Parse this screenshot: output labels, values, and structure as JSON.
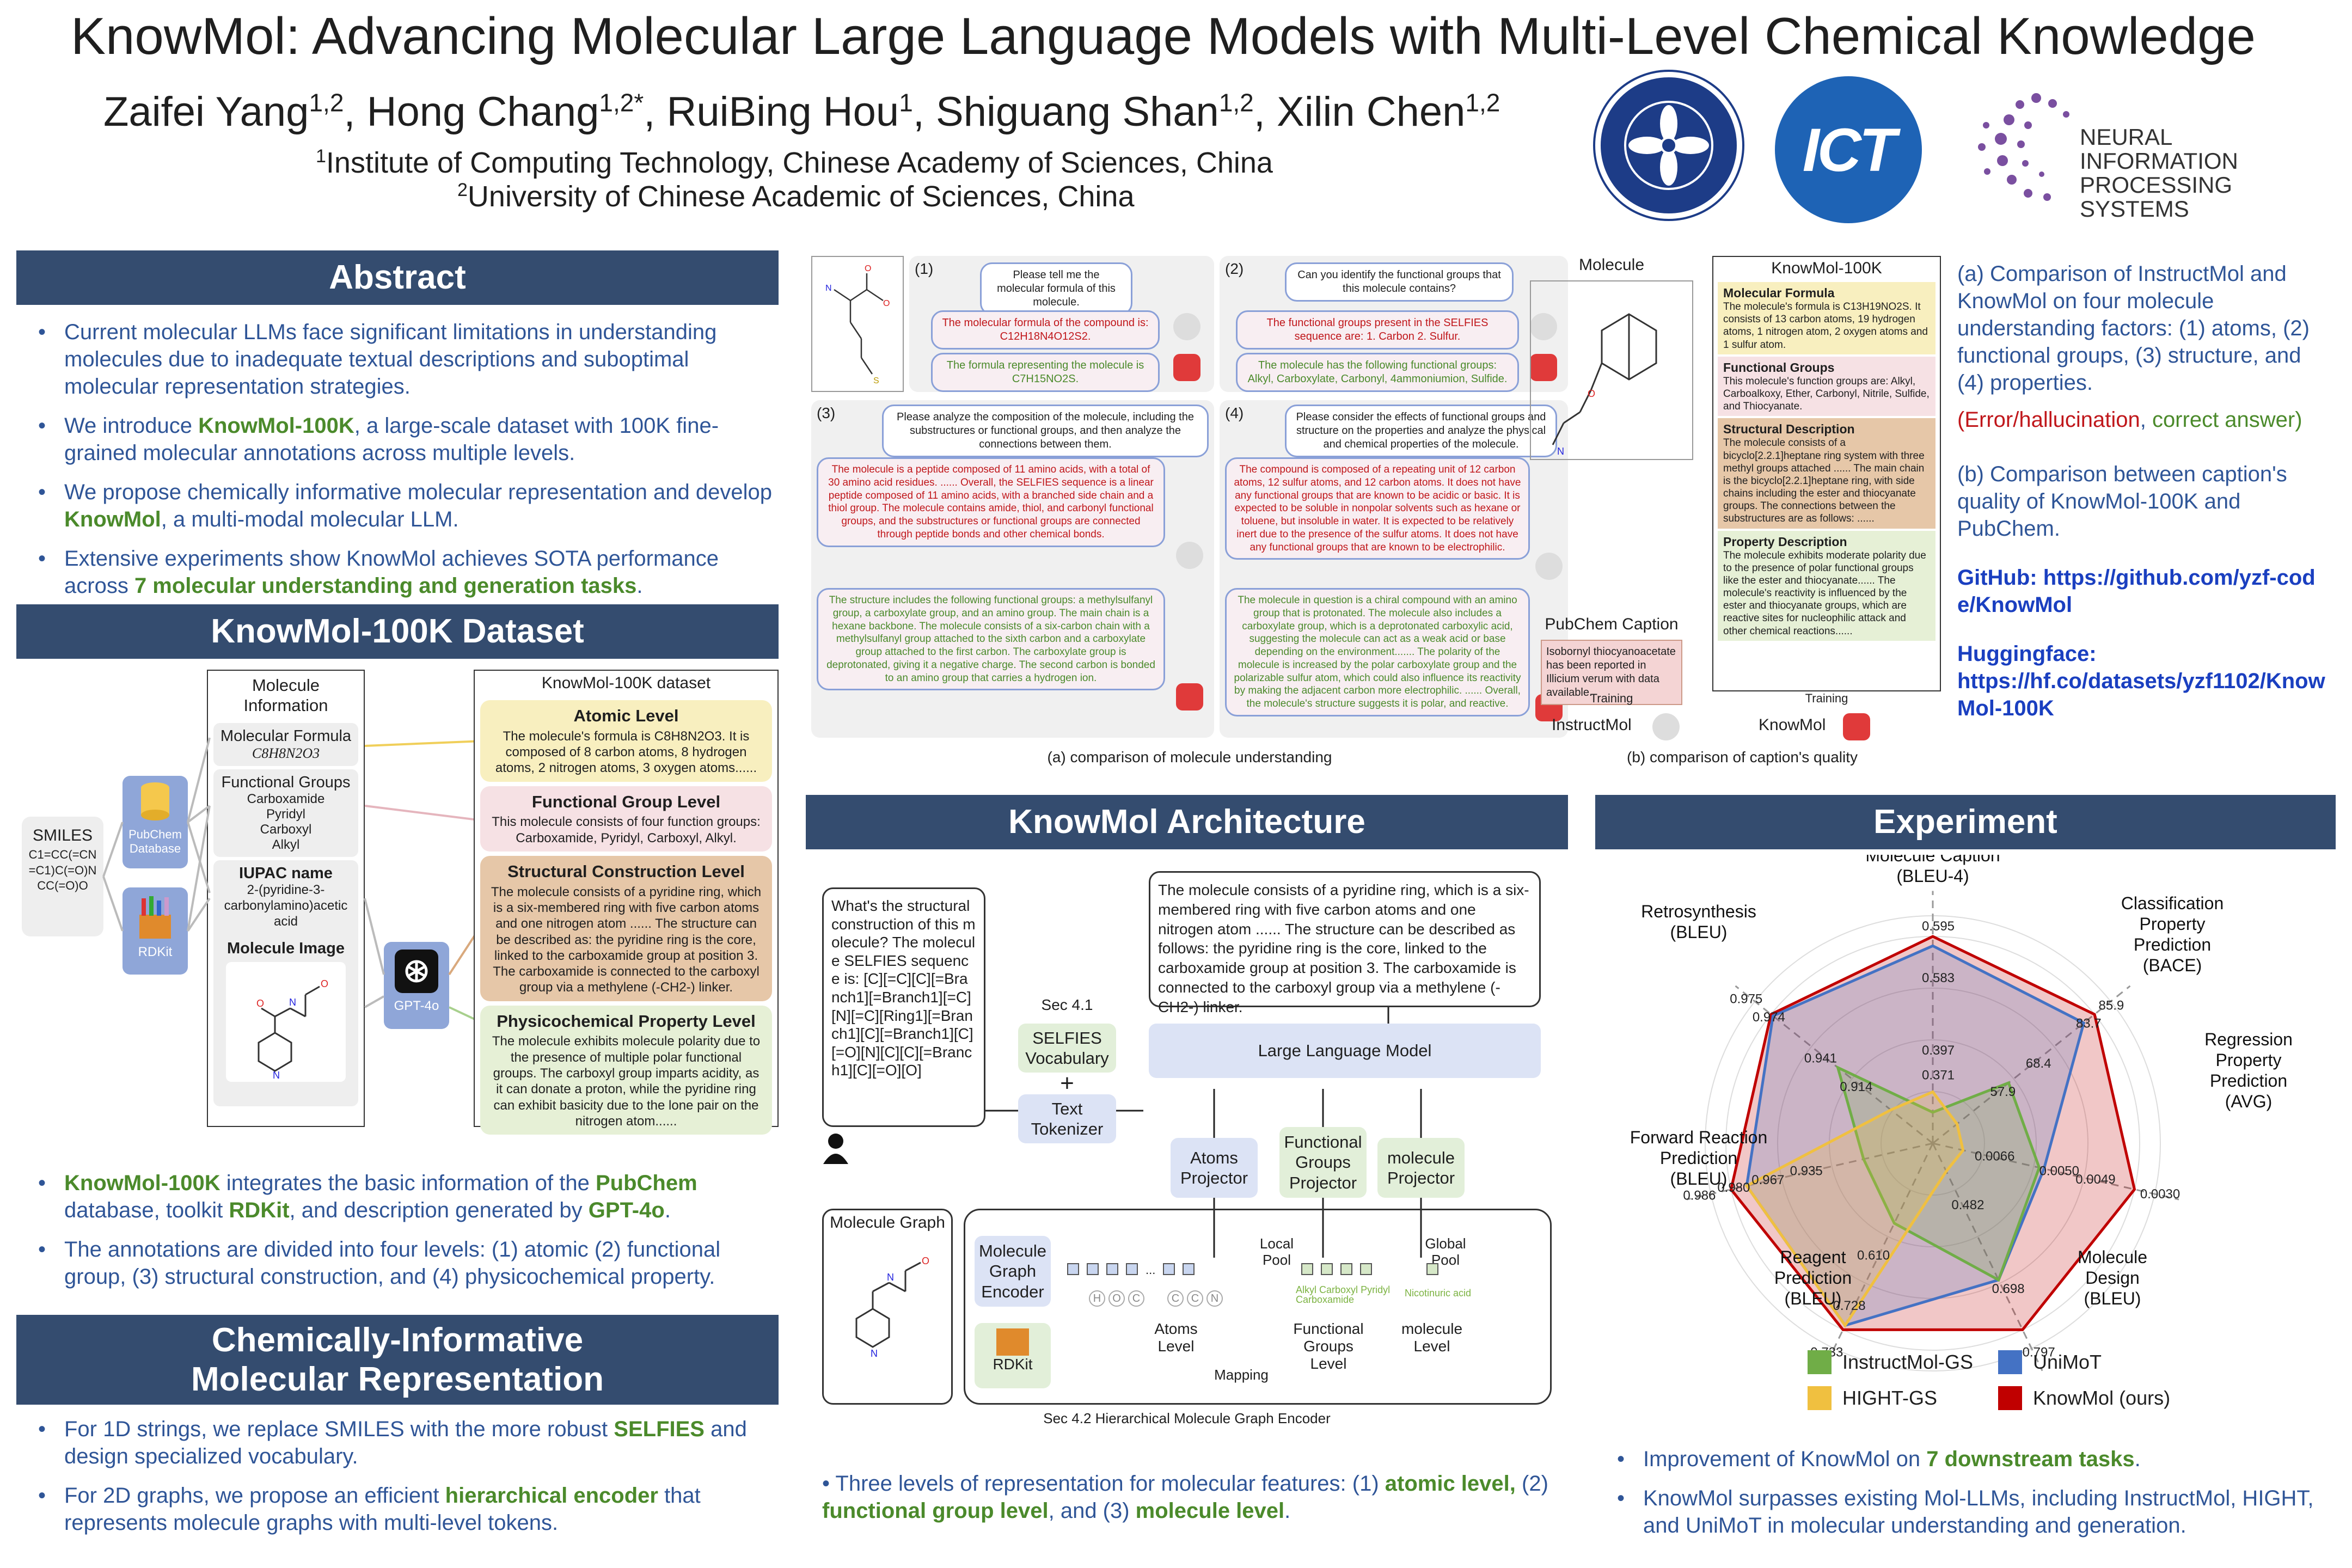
{
  "header": {
    "title": "KnowMol: Advancing Molecular Large Language Models with Multi-Level Chemical Knowledge",
    "authors": [
      {
        "name": "Zaifei Yang",
        "sup": "1,2"
      },
      {
        "name": "Hong Chang",
        "sup": "1,2*"
      },
      {
        "name": "RuiBing Hou",
        "sup": "1"
      },
      {
        "name": "Shiguang Shan",
        "sup": "1,2"
      },
      {
        "name": "Xilin Chen",
        "sup": "1,2"
      }
    ],
    "affiliation1": "Institute of Computing Technology, Chinese Academy of Sciences, China",
    "affiliation2": "University of Chinese Academic of Sciences, China",
    "logo_ict": "ICT",
    "logo_neurips": "NEURAL INFORMATION PROCESSING SYSTEMS"
  },
  "abstract": {
    "heading": "Abstract",
    "b1": "Current molecular LLMs face significant limitations in understanding molecules due to inadequate textual descriptions and suboptimal molecular representation strategies.",
    "b2_pre": "We introduce ",
    "b2_hl": "KnowMol-100K",
    "b2_post": ", a large-scale dataset with 100K fine-grained molecular annotations across multiple levels.",
    "b3_pre": "We propose chemically informative molecular representation and develop ",
    "b3_hl": "KnowMol",
    "b3_post": ", a multi-modal molecular LLM.",
    "b4_pre": "Extensive experiments show KnowMol achieves SOTA performance across ",
    "b4_hl": "7 molecular understanding and generation tasks",
    "b4_post": "."
  },
  "dataset": {
    "heading": "KnowMol-100K Dataset",
    "smiles_title": "SMILES",
    "smiles_value": "C1=CC(=CN=C1)C(=O)NCC(=O)O",
    "pubchem": "PubChem Database",
    "rdkit": "RDKit",
    "gpt": "GPT-4o",
    "mol_info_title": "Molecule Information",
    "formula_label": "Molecular Formula",
    "formula_value": "C8H8N2O3",
    "fg_label": "Functional Groups",
    "fg_values": [
      "Carboxamide",
      "Pyridyl",
      "Carboxyl",
      "Alkyl"
    ],
    "iupac_label": "IUPAC name",
    "iupac_value": "2-(pyridine-3-carbonylamino)acetic acid",
    "image_label": "Molecule Image",
    "ds_title": "KnowMol-100K dataset",
    "levels": [
      {
        "name": "Atomic Level",
        "text": "The molecule's formula is C8H8N2O3. It is composed of 8 carbon atoms, 8 hydrogen atoms, 2 nitrogen atoms, 3 oxygen atoms......",
        "color": "#f8efbf"
      },
      {
        "name": "Functional Group Level",
        "text": "This molecule consists of four function groups: Carboxamide, Pyridyl, Carboxyl, Alkyl.",
        "color": "#f6e1e4"
      },
      {
        "name": "Structural Construction Level",
        "text": "The molecule consists of a pyridine ring, which is a six-membered ring with five carbon atoms and one nitrogen atom ...... The structure can be described as: the pyridine ring is the core, linked to the carboxamide group at position 3. The carboxamide is connected to the carboxyl group via a methylene (-CH2-) linker.",
        "color": "#e6c7a8"
      },
      {
        "name": "Physicochemical Property Level",
        "text": "The molecule exhibits molecule polarity due to the presence of multiple polar functional groups. The carboxyl group imparts acidity, as it can donate a proton, while the pyridine ring can exhibit basicity due to the lone pair on the nitrogen atom......",
        "color": "#e6f0d6"
      }
    ],
    "n1_hl1": "KnowMol-100K",
    "n1_a": " integrates the basic information of the ",
    "n1_hl2": "PubChem",
    "n1_b": " database, toolkit ",
    "n1_hl3": "RDKit",
    "n1_c": ", and description generated by ",
    "n1_hl4": "GPT-4o",
    "n1_d": ".",
    "n2": "The annotations are divided into four levels: (1) atomic (2) functional group, (3) structural construction, and (4) physicochemical property."
  },
  "representation": {
    "heading1": "Chemically-Informative",
    "heading2": "Molecular Representation",
    "b1_pre": "For 1D strings, we replace SMILES with the more robust ",
    "b1_hl": "SELFIES",
    "b1_post": " and design specialized vocabulary.",
    "b2_pre": "For 2D graphs, we propose an efficient ",
    "b2_hl": "hierarchical encoder",
    "b2_post": " that represents molecule graphs with multi-level tokens."
  },
  "comparison": {
    "q1": "Please tell me the molecular formula of this molecule.",
    "a1_bad": "The molecular formula of the compound is: C12H18N4O12S2.",
    "a1_good": "The formula representing the molecule is C7H15NO2S.",
    "q2": "Can you identify the functional groups that this molecule contains?",
    "a2_bad": "The functional groups present in the SELFIES sequence are: 1. Carbon 2. Sulfur.",
    "a2_good": "The molecule has the following functional groups: Alkyl, Carboxylate, Carbonyl, 4ammoniumion, Sulfide.",
    "q3": "Please analyze the composition of the molecule, including the substructures or functional groups, and then analyze the connections between them.",
    "a3_bad": "The molecule is a peptide composed of 11 amino acids, with a total of 30 amino acid residues. ...... Overall, the SELFIES sequence is a linear peptide composed of 11 amino acids, with a branched side chain and a thiol group. The molecule contains amide, thiol, and carbonyl functional groups, and the substructures or functional groups are connected through peptide bonds and other chemical bonds.",
    "a3_good": "The structure includes the following functional groups: a methylsulfanyl group, a carboxylate group, and an amino group. The main chain is a hexane backbone. The molecule consists of a six-carbon chain with a methylsulfanyl group attached to the sixth carbon and a carboxylate group attached to the first carbon. The carboxylate group is deprotonated, giving it a negative charge. The second carbon is bonded to an amino group that carries a hydrogen ion.",
    "q4": "Please consider the effects of functional groups and structure on the properties and analyze the physical and chemical properties of the molecule.",
    "a4_bad": "The compound is composed of a repeating unit of 12 carbon atoms, 12 sulfur atoms, and 12 carbon atoms. It does not have any functional groups that are known to be acidic or basic. It is expected to be soluble in nonpolar solvents such as hexane or toluene, but insoluble in water. It is expected to be relatively inert due to the presence of the sulfur atoms. It does not have any functional groups that are known to be electrophilic.",
    "a4_good": "The molecule in question is a chiral compound with an amino group that is protonated. The molecule also includes a carboxylate group, which is a deprotonated carboxylic acid, suggesting the molecule can act as a weak acid or base depending on the environment....... The polarity of the molecule is increased by the polar carboxylate group and the polarizable sulfur atom, which could also influence its reactivity by making the adjacent carbon more electrophilic. ...... Overall, the molecule's structure suggests it is polar, and reactive.",
    "caption_a": "(a) comparison of molecule understanding",
    "molecule_label": "Molecule",
    "km_title": "KnowMol-100K",
    "km_sections": [
      {
        "h": "Molecular Formula",
        "t": "The molecule's formula is C13H19NO2S. It consists of 13 carbon atoms, 19 hydrogen atoms, 1 nitrogen atom, 2 oxygen atoms and 1 sulfur atom.",
        "c": "#f8efbf"
      },
      {
        "h": "Functional Groups",
        "t": "This molecule's function groups are: Alkyl, Carboalkoxy, Ether, Carbonyl, Nitrile, Sulfide, and Thiocyanate.",
        "c": "#f6e1e4"
      },
      {
        "h": "Structural Description",
        "t": "The molecule consists of a bicyclo[2.2.1]heptane ring system with three methyl groups attached ...... The main chain is the bicyclo[2.2.1]heptane ring, with side chains including the ester and thiocyanate groups. The connections between the substructures are as follows: ......",
        "c": "#e6c7a8"
      },
      {
        "h": "Property Description",
        "t": "The molecule exhibits moderate polarity due to the presence of polar functional groups like the ester and thiocyanate...... The molecule's reactivity is influenced by the ester and thiocyanate groups, which are reactive sites for nucleophilic attack and other chemical reactions......",
        "c": "#e6f0d6"
      }
    ],
    "pubchem_caption_title": "PubChem Caption",
    "pubchem_caption": "Isobornyl thiocyanoacetate has been reported in Illicium verum with data available.",
    "training": "Training",
    "instructmol": "InstructMol",
    "knowmol": "KnowMol",
    "caption_b": "(b) comparison of caption's quality",
    "side_a": "(a)  Comparison of InstructMol and KnowMol on four molecule understanding factors: (1) atoms, (2) functional groups, (3) structure, and (4) properties.",
    "side_err": "(Error/hallucination",
    "side_ok": "correct answer)",
    "side_b": "(b) Comparison between caption's quality of KnowMol-100K and PubChem.",
    "github_label": "GitHub:",
    "github_url": "https://github.com/yzf-code/KnowMol",
    "hf_label": "Huggingface:",
    "hf_url": "https://hf.co/datasets/yzf1102/KnowMol-100K"
  },
  "architecture": {
    "heading": "KnowMol Architecture",
    "question": "What's the structural construction of this molecule? The molecule SELFIES sequence is: [C][=C][C][=Branch1][=Branch1][=C][N][=C][Ring1][=Branch1][C][=Branch1][C][=O][N][C][C][=Branch1][C][=O][O]",
    "output": "The molecule consists of a pyridine ring, which is a six-membered ring with five carbon atoms and one nitrogen atom ...... The structure can be described as follows: the pyridine ring is the core, linked to the carboxamide group at position 3. The carboxamide is connected to the carboxyl group via a methylene (-CH2-) linker.",
    "sec41": "Sec 4.1",
    "selfies_vocab": "SELFIES Vocabulary",
    "plus": "+",
    "tokenizer": "Text Tokenizer",
    "llm": "Large Language Model",
    "atoms_proj": "Atoms Projector",
    "fg_proj": "Functional Groups Projector",
    "mol_proj": "molecule Projector",
    "graph_label": "Molecule Graph",
    "encoder": "Molecule Graph Encoder",
    "rdkit": "RDKit",
    "local_pool": "Local Pool",
    "global_pool": "Global Pool",
    "mapping": "Mapping",
    "atoms_level": "Atoms Level",
    "fg_level": "Functional Groups Level",
    "mol_level": "molecule Level",
    "atom_letters": [
      "H",
      "O",
      "C",
      "C",
      "C",
      "N"
    ],
    "fg_tags": [
      "Alkyl",
      "Carboxyl",
      "Pyridyl",
      "Carboxamide"
    ],
    "nico": "Nicotinuric acid",
    "sec42": "Sec 4.2 Hierarchical Molecule Graph Encoder",
    "bullet_pre": "Three levels of representation for molecular features: (1) ",
    "bullet_h1": "atomic level,",
    "bullet_mid1": " (2) ",
    "bullet_h2": "functional group level",
    "bullet_mid2": ", and (3) ",
    "bullet_h3": "molecule level",
    "bullet_post": "."
  },
  "experiment": {
    "heading": "Experiment",
    "b1_pre": "Improvement of KnowMol on ",
    "b1_hl": "7 downstream tasks",
    "b1_post": ".",
    "b2": "KnowMol surpasses existing Mol-LLMs, including InstructMol, HIGHT, and UniMoT in molecular understanding and generation."
  },
  "chart_data": {
    "type": "radar",
    "axes": [
      {
        "label": [
          "Molecule Caption",
          "(BLEU-4)"
        ],
        "ticks": [
          "0.595",
          "0.583",
          "0.397",
          "0.371"
        ]
      },
      {
        "label": [
          "Classification",
          "Property",
          "Prediction",
          "(BACE)"
        ],
        "ticks": [
          "85.9",
          "83.7",
          "68.4",
          "57.9"
        ]
      },
      {
        "label": [
          "Regression",
          "Property",
          "Prediction",
          "(AVG)"
        ],
        "ticks": [
          "0.0030",
          "0.0049",
          "0.0050",
          "0.0066"
        ]
      },
      {
        "label": [
          "Molecule",
          "Design",
          "(BLEU)"
        ],
        "ticks": [
          "0.797",
          "0.698",
          "0.482"
        ]
      },
      {
        "label": [
          "Reagent",
          "Prediction",
          "(BLEU)"
        ],
        "ticks": [
          "0.733",
          "0.728",
          "0.610"
        ]
      },
      {
        "label": [
          "Forward Reaction",
          "Prediction",
          "(BLEU)"
        ],
        "ticks": [
          "0.986",
          "0.980",
          "0.967",
          "0.935"
        ]
      },
      {
        "label": [
          "Retrosynthesis",
          "(BLEU)"
        ],
        "ticks": [
          "0.975",
          "0.974",
          "0.941",
          "0.914"
        ]
      }
    ],
    "series": [
      {
        "name": "InstructMol-GS",
        "color": "#70ad47",
        "values": [
          0.371,
          68.4,
          0.005,
          0.698,
          0.61,
          0.935,
          0.941
        ]
      },
      {
        "name": "HIGHT-GS",
        "color": "#f0c040",
        "values": [
          0.397,
          57.9,
          0.0066,
          0.482,
          null,
          null,
          0.914
        ]
      },
      {
        "name": "UniMoT",
        "color": "#4472c4",
        "values": [
          0.583,
          83.7,
          0.0049,
          null,
          0.728,
          0.98,
          0.974
        ]
      },
      {
        "name": "KnowMol (ours)",
        "color": "#c00000",
        "values": [
          0.595,
          85.9,
          0.003,
          0.797,
          0.733,
          0.986,
          0.975
        ]
      }
    ]
  }
}
